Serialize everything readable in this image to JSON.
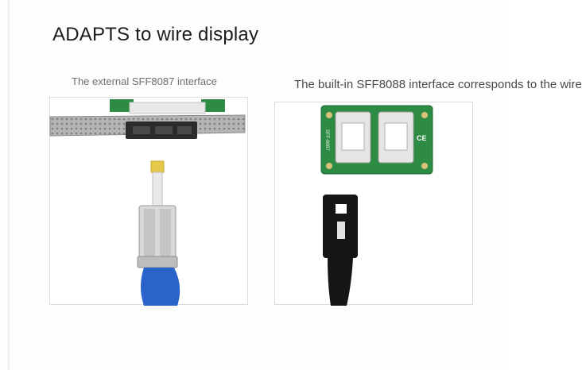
{
  "title": "ADAPTS to wire display",
  "left_caption": "The external SFF8087 interface",
  "right_caption": "The built-in SFF8088 interface corresponds to the wire",
  "pcb_marking": "SFF-8087",
  "colors": {
    "pcb_green": "#2e8b43",
    "bracket_gray": "#a9a9a9",
    "cable_blue": "#2a63c9",
    "cable_black": "#151515"
  },
  "icons": [
    "ce-mark",
    "connector-port",
    "cable-plug"
  ]
}
